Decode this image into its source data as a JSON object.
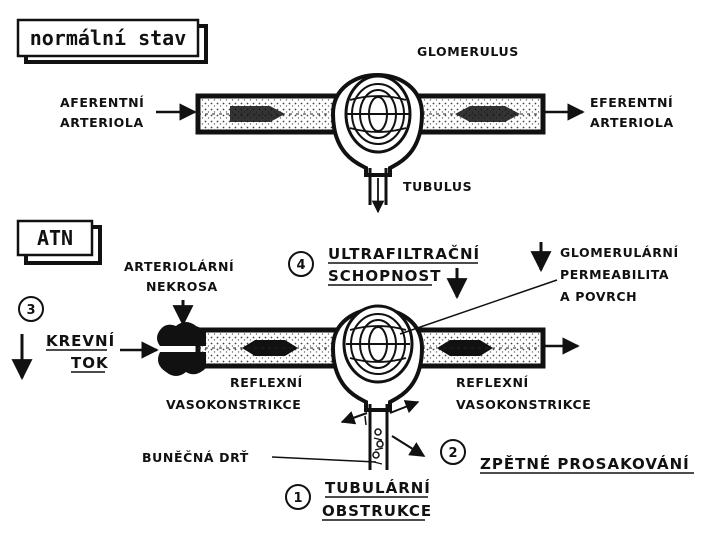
{
  "normal": {
    "title": "normální stav",
    "glomerulus": "GLOMERULUS",
    "afferent_1": "AFERENTNÍ",
    "afferent_2": "ARTERIOLA",
    "efferent_1": "EFERENTNÍ",
    "efferent_2": "ARTERIOLA",
    "tubulus": "TUBULUS"
  },
  "atn": {
    "title": "ATN",
    "necrosis_1": "ARTERIOLÁRNÍ",
    "necrosis_2": "NEKROSA",
    "ultra_num": "4",
    "ultra_1": "ULTRAFILTRAČNÍ",
    "ultra_2": "SCHOPNOST",
    "perm_1": "GLOMERULÁRNÍ",
    "perm_2": "PERMEABILITA",
    "perm_3": "A POVRCH",
    "flow_num": "3",
    "flow_1": "KREVNÍ",
    "flow_2": "TOK",
    "reflex_left_1": "REFLEXNÍ",
    "reflex_left_2": "VASOKONSTRIKCE",
    "reflex_right_1": "REFLEXNÍ",
    "reflex_right_2": "VASOKONSTRIKCE",
    "debris": "BUNĚČNÁ DRŤ",
    "backleak_num": "2",
    "backleak": "ZPĚTNÉ PROSAKOVÁNÍ",
    "obstruction_num": "1",
    "obstruction_1": "TUBULÁRNÍ",
    "obstruction_2": "OBSTRUKCE"
  }
}
